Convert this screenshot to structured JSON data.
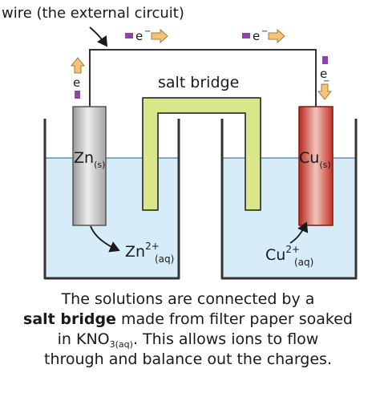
{
  "labels": {
    "wire": "wire (the external circuit)",
    "salt_bridge": "salt bridge",
    "electron": "e",
    "electron_charge": "−",
    "zn_electrode": "Zn",
    "zn_electrode_state": "(s)",
    "cu_electrode": "Cu",
    "cu_electrode_state": "(s)",
    "zn_ion": "Zn",
    "zn_ion_charge": "2+",
    "zn_ion_state": "(aq)",
    "cu_ion": "Cu",
    "cu_ion_charge": "2+",
    "cu_ion_state": "(aq)"
  },
  "caption": {
    "line1": "The solutions are connected by a",
    "line2_bold": "salt bridge",
    "line2_rest": " made from filter paper soaked",
    "line3_pre": "in KNO",
    "line3_sub": "3(aq)",
    "line3_post": ".  This allows ions to flow",
    "line4": "through and balance out the charges."
  },
  "colors": {
    "solution": "#d6ecf8",
    "salt_bridge_fill": "#d9e68a",
    "salt_bridge_stroke": "#4d4d3a",
    "zn_electrode": "#d0d0d0",
    "cu_electrode": "#d2392a",
    "electron_dot": "#8e44ad",
    "electron_arrow": "#f5c47a"
  }
}
